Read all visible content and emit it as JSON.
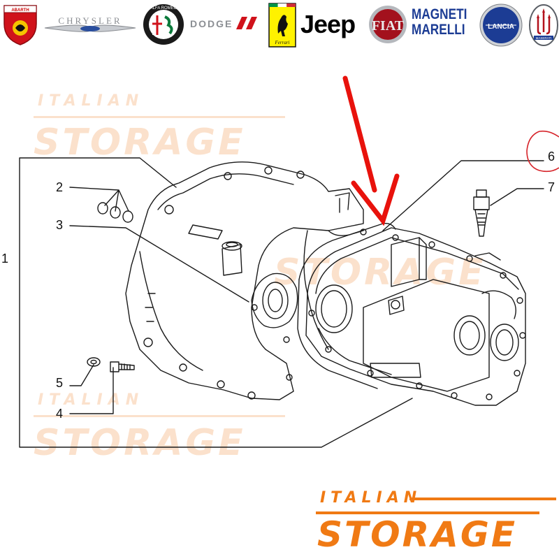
{
  "brands": {
    "abarth": "ABARTH",
    "chrysler": "CHRYSLER",
    "alfa_romeo": "ALFA ROMEO",
    "dodge": "DODGE",
    "ferrari": "Ferrari",
    "jeep": "Jeep",
    "fiat": "FIAT",
    "magneti_marelli_line1": "MAGNETI",
    "magneti_marelli_line2": "MARELLI",
    "lancia": "LANCIA",
    "maserati": "MASERATI"
  },
  "callouts": [
    "1",
    "2",
    "3",
    "4",
    "5",
    "6",
    "7"
  ],
  "watermark": {
    "line1": "ITALIAN",
    "line2": "STORAGE"
  },
  "footer_logo": {
    "line1": "ITALIAN",
    "line2": "STORAGE"
  },
  "colors": {
    "brand_orange": "#f07a14",
    "watermark_orange": "#fbe1cc",
    "arrow_red": "#e8120c",
    "highlight_circle": "#d6242a",
    "line_art": "#1a1a1a"
  }
}
